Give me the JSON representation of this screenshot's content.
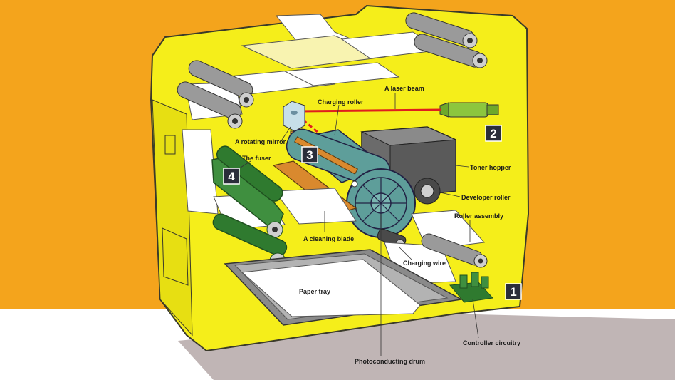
{
  "colors": {
    "background_orange": "#f4a41c",
    "floor_white": "#ffffff",
    "floor_shadow": "#c0b5b5",
    "printer_body": "#f5ee1a",
    "printer_outline": "#3a3a2a",
    "drum": "#5e9e9a",
    "toner_hopper": "#6b6b6b",
    "fuser_green": "#2f7a2f",
    "laser_red": "#e01e1e",
    "cleaning_blade": "#d9892e",
    "badge_bg": "#2a2d3a"
  },
  "labels": {
    "charging_roller": "Charging roller",
    "laser_beam": "A laser beam",
    "rotating_mirror": "A rotating mirror",
    "the_fuser": "The fuser",
    "toner_hopper": "Toner hopper",
    "developer_roller": "Developer roller",
    "roller_assembly": "Roller assembly",
    "cleaning_blade": "A cleaning blade",
    "charging_wire": "Charging wire",
    "paper_tray": "Paper tray",
    "photoconducting_drum": "Photoconducting drum",
    "controller_circuitry": "Controller circuitry"
  },
  "badges": {
    "one": "1",
    "two": "2",
    "three": "3",
    "four": "4"
  }
}
